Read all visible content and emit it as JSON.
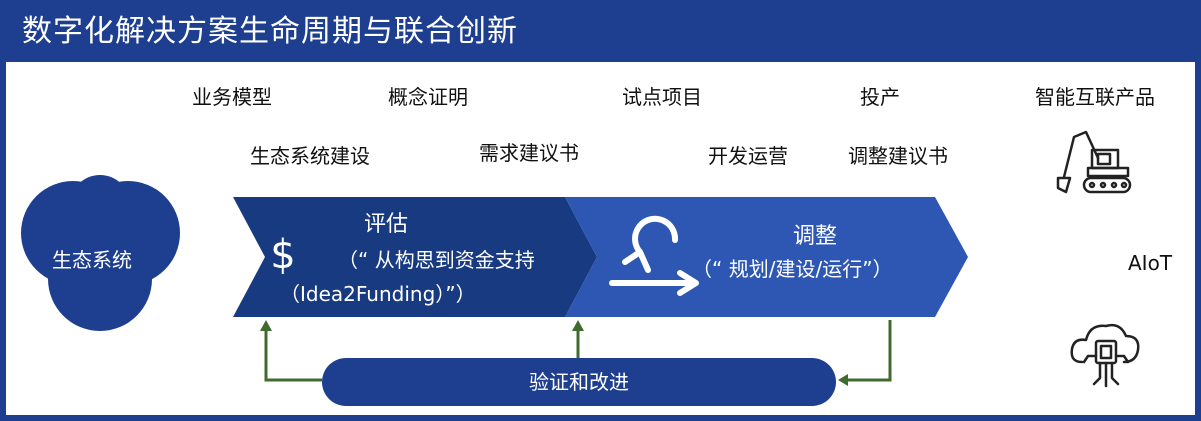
{
  "header": {
    "title": "数字化解决方案生命周期与联合创新"
  },
  "top_labels": {
    "business_model": "业务模型",
    "proof_of_concept": "概念证明",
    "pilot_project": "试点项目",
    "production": "投产",
    "smart_products": "智能互联产品"
  },
  "second_labels": {
    "ecosystem_building": "生态系统建设",
    "requirements_doc": "需求建议书",
    "dev_operations": "开发运营",
    "adjust_proposal": "调整建议书"
  },
  "ecosystem": {
    "label": "生态系统"
  },
  "evaluate": {
    "title": "评估",
    "line1": "（“ 从构思到资金支持",
    "line2": "（Idea2Funding）”）",
    "icon": "dollar-icon"
  },
  "adjust": {
    "title": "调整",
    "line1": "（“ 规划/建设/运行”）",
    "icon": "cycle-arrow-icon"
  },
  "feedback": {
    "label": "验证和改进"
  },
  "right": {
    "aiot": "AIoT",
    "icons": [
      "excavator-icon",
      "cloud-chip-icon"
    ]
  },
  "colors": {
    "dark_blue": "#1e3f8f",
    "mid_blue": "#2d57b3",
    "arrow_green": "#3f6b2e"
  }
}
